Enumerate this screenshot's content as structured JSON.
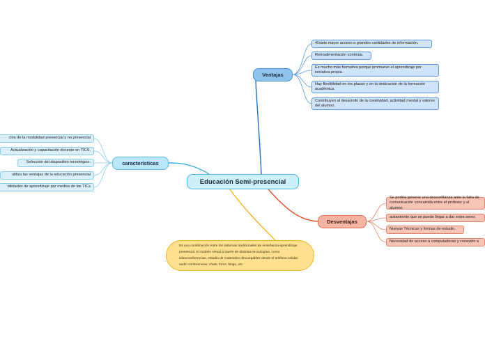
{
  "root": {
    "label": "Educación Semi-presencial"
  },
  "ventajas": {
    "label": "Ventajas",
    "items": [
      "•Existe mayor acceso a grandes cantidades de información.",
      "Retroalimentación continúa.",
      "Es mucho más formativa porque promueve el aprendizaje por iniciativa propia.",
      "Hay flexibilidad en los plazos y en la dedicación de la formación académica.",
      "Contribuyen al desarrollo de la creatividad, actividad mental y valores del alumno."
    ]
  },
  "caracteristicas": {
    "label": "características",
    "items": [
      "ción de la modalidad presencial y no presencial",
      "Actualización y capacitación docente en TICS.",
      "Selección del dispositivo tecnológico.",
      "utiliza las ventajas de la educación presencial",
      "bilidades de aprendizaje por medios de las TICs"
    ]
  },
  "desventajas": {
    "label": "Desventajas",
    "items": [
      "Se podría generar una desconfianza ante la falta de comunicación concurrida entre el profesor y el alumno.",
      "aislamiento que se puede llegar a dar entre seres",
      "Nuevas Técnicas y formas de estudio.",
      "Necesidad de acceso a computadoras y conexión a"
    ]
  },
  "nota": {
    "text": "Es una combinación entre los sistemas tradicionales de enseñanza-aprendizaje presencial. El modelo virtual a través de distintas tecnologías, como videoconferencias, estudio de materiales descargables desde el teléfono celular, audio conferencias, chats, foros, blogs, etc."
  },
  "colors": {
    "ventajas_branch": "#1f6fc4",
    "caracteristicas_branch": "#3aaee0",
    "desventajas_branch": "#e0552f",
    "nota_branch": "#f3b323"
  }
}
